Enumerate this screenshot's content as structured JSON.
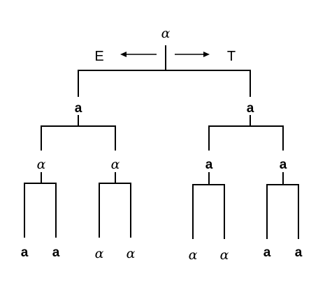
{
  "tree": {
    "root": {
      "label": "α"
    },
    "direction_left": "E",
    "direction_right": "T",
    "level1": [
      {
        "label": "a"
      },
      {
        "label": "a"
      }
    ],
    "level2": [
      {
        "label": "α"
      },
      {
        "label": "α"
      },
      {
        "label": "a"
      },
      {
        "label": "a"
      }
    ],
    "leaves": [
      {
        "label": "a"
      },
      {
        "label": "a"
      },
      {
        "label": "α"
      },
      {
        "label": "α"
      },
      {
        "label": "α"
      },
      {
        "label": "α"
      },
      {
        "label": "a"
      },
      {
        "label": "a"
      }
    ]
  }
}
